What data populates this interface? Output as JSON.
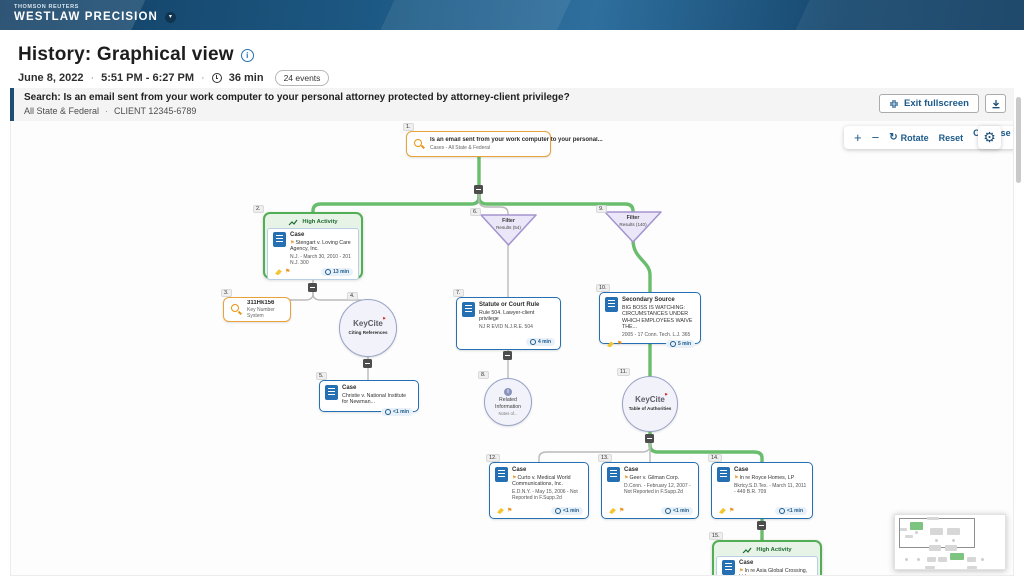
{
  "header": {
    "brand_top": "THOMSON REUTERS",
    "brand": "WESTLAW PRECISION"
  },
  "page": {
    "title": "History: Graphical view",
    "date": "June 8, 2022",
    "time_range": "5:51 PM - 6:27 PM",
    "duration": "36 min",
    "events_badge": "24 events",
    "sep": "·"
  },
  "search_bar": {
    "label": "Search:",
    "query": "Is an email sent from your work computer to your personal attorney protected by attorney-client privilege?",
    "jurisdiction": "All State & Federal",
    "client": "CLIENT 12345-6789",
    "exit_fullscreen": "Exit fullscreen"
  },
  "toolbar": {
    "zoom_in": "+",
    "zoom_out": "−",
    "rotate": "Rotate",
    "reset": "Reset",
    "collapse_all": "Collapse all"
  },
  "colors": {
    "header_blue": "#1d5a85",
    "accent_blue": "#2470b3",
    "link_blue": "#1b5a8a",
    "high_activity_green": "#52ae55",
    "edge_green": "#69bd6d",
    "search_orange": "#e9a13b",
    "filter_purple": "#a393ce"
  },
  "graph": {
    "nodes": {
      "n1": {
        "label": "1.",
        "title": "Is an email sent from your work computer to your personal...",
        "subtitle": "Cases - All State & Federal"
      },
      "n2": {
        "label": "2.",
        "banner": "High Activity",
        "type": "Case",
        "name": "Stengart v. Loving Care Agency, Inc.",
        "cite": "N.J. - March 30, 2010 - 201 N.J. 300",
        "time": "13 min"
      },
      "n3": {
        "label": "3.",
        "title": "311Hk156",
        "subtitle": "Key Number System"
      },
      "n4": {
        "label": "4.",
        "title": "KeyCite",
        "subtitle": "Citing References"
      },
      "n5": {
        "label": "5.",
        "type": "Case",
        "name": "Christie v. National Institute for Newman...",
        "time": "<1 min"
      },
      "n6": {
        "label": "6.",
        "line1": "Filter",
        "line2": "Results (54)"
      },
      "n7": {
        "label": "7.",
        "type": "Statute or Court Rule",
        "name": "Rule 504. Lawyer-client privilege",
        "cite": "NJ R EVID N.J.R.E. 504",
        "time": "4 min"
      },
      "n8": {
        "label": "8.",
        "line1": "Related",
        "line2": "Information",
        "line3": "Notes of..."
      },
      "n9": {
        "label": "9.",
        "line1": "Filter",
        "line2": "Results (140)"
      },
      "n10": {
        "label": "10.",
        "type": "Secondary Source",
        "name": "BIG BOSS IS WATCHING: CIRCUMSTANCES UNDER WHICH EMPLOYEES WAIVE THE...",
        "cite": "2005 - 17 Conn. Tech. L.J. 365",
        "time": "5 min"
      },
      "n11": {
        "label": "11.",
        "title": "KeyCite",
        "subtitle": "Table of Authorities"
      },
      "n12": {
        "label": "12.",
        "type": "Case",
        "name": "Curto v. Medical World Communications, Inc.",
        "cite": "E.D.N.Y. - May 15, 2006 - Not Reported in F.Supp.2d",
        "time": "<1 min"
      },
      "n13": {
        "label": "13.",
        "type": "Case",
        "name": "Geer v. Gilman Corp.",
        "cite": "D.Conn. - February 12, 2007 - Not Reported in F.Supp.2d",
        "time": "<1 min"
      },
      "n14": {
        "label": "14.",
        "type": "Case",
        "name": "In re Royce Homes, LP",
        "cite": "Bkrtcy.S.D.Tex. - March 11, 2011 - 449 B.R. 709",
        "time": "<1 min"
      },
      "n15": {
        "label": "15.",
        "banner": "High Activity",
        "type": "Case",
        "name": "In re Asia Global Crossing, Ltd."
      }
    }
  }
}
